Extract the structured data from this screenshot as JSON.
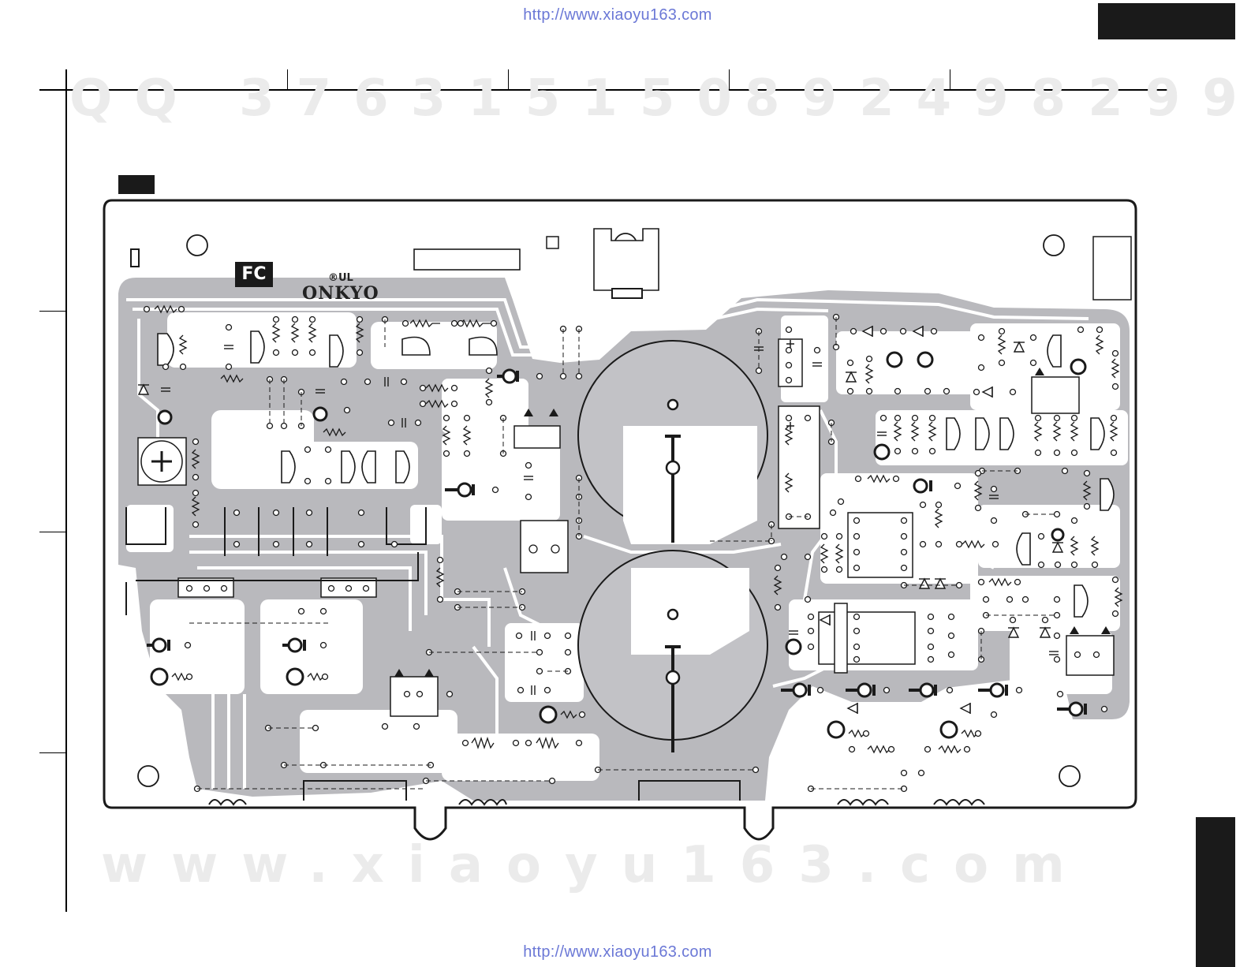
{
  "header": {
    "url_top": "http://www.xiaoyu163.com"
  },
  "footer": {
    "url_bottom": "http://www.xiaoyu163.com"
  },
  "watermarks": {
    "qq": "QQ 376315150",
    "phone": "892498299",
    "site": "www.xiaoyu163.com"
  },
  "board": {
    "label": "FC",
    "brand": "ONKYO",
    "brand_marks": "®UL"
  },
  "colors": {
    "copper": "#b9b9bd",
    "outline": "#1a1a1a",
    "url": "#6b78d6"
  }
}
